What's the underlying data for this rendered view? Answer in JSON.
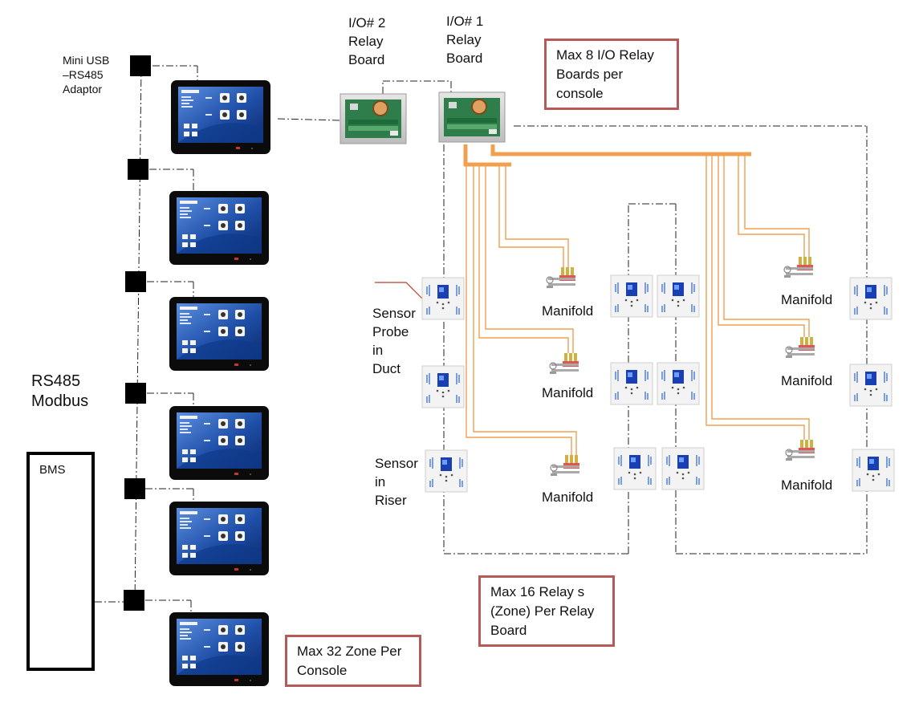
{
  "labels": {
    "mini_usb": "Mini USB\n–RS485\nAdaptor",
    "io2": "I/O# 2\nRelay\nBoard",
    "io1": "I/O# 1\nRelay\nBoard",
    "rs485": "RS485\nModbus",
    "bms": "BMS",
    "sensor_probe": "Sensor\nProbe\nin\nDuct",
    "sensor_riser": "Sensor\nin\nRiser",
    "manifold": "Manifold"
  },
  "notes": {
    "max_boards": "Max 8 I/O Relay\nBoards per\nconsole",
    "max_relays": "Max 16 Relay s\n(Zone) Per Relay\nBoard",
    "max_zones": "Max 32 Zone Per\nConsole"
  },
  "colors": {
    "note_border": "#b55a57",
    "orange": "#f0a050",
    "orange_thin": "#e8913a",
    "sensor_red": "#c0392b",
    "console_bezel": "#111111",
    "screen_blue": "#1f4fa8",
    "board_green": "#2e7d4a",
    "thermostat_screen": "#1a3fb0"
  }
}
